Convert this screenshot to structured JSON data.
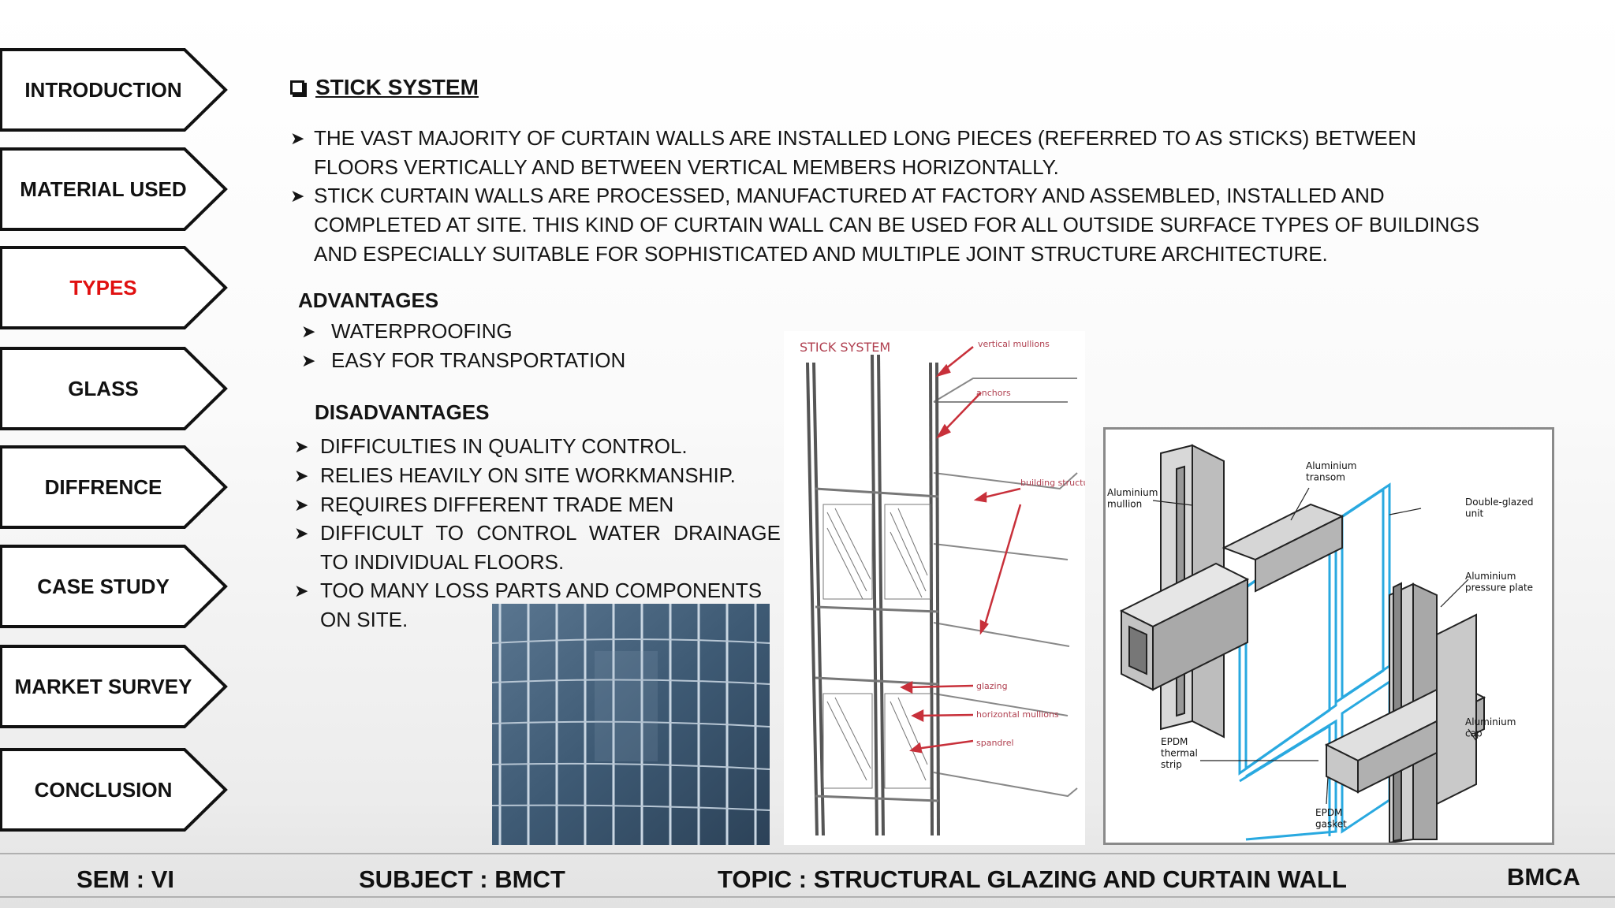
{
  "nav": {
    "items": [
      {
        "label": "INTRODUCTION",
        "active": false
      },
      {
        "label": "MATERIAL USED",
        "active": false
      },
      {
        "label": "TYPES",
        "active": true
      },
      {
        "label": "GLASS",
        "active": false
      },
      {
        "label": "DIFFRENCE",
        "active": false
      },
      {
        "label": "CASE STUDY",
        "active": false
      },
      {
        "label": "MARKET SURVEY",
        "active": false
      },
      {
        "label": "CONCLUSION",
        "active": false
      }
    ]
  },
  "content": {
    "title": "STICK SYSTEM",
    "paragraphs": [
      "THE VAST MAJORITY OF CURTAIN WALLS ARE INSTALLED LONG PIECES  (REFERRED TO AS STICKS) BETWEEN FLOORS VERTICALLY AND  BETWEEN VERTICAL MEMBERS HORIZONTALLY.",
      "STICK CURTAIN WALLS ARE PROCESSED, MANUFACTURED AT FACTORY  AND ASSEMBLED, INSTALLED AND COMPLETED AT SITE. THIS KIND  OF CURTAIN WALL CAN BE USED FOR ALL OUTSIDE SURFACE TYPES OF  BUILDINGS AND ESPECIALLY SUITABLE FOR SOPHISTICATED AND  MULTIPLE JOINT STRUCTURE ARCHITECTURE."
    ],
    "advantages": {
      "heading": "ADVANTAGES",
      "items": [
        "WATERPROOFING",
        "EASY FOR TRANSPORTATION"
      ]
    },
    "disadvantages": {
      "heading": "DISADVANTAGES",
      "items": [
        "DIFFICULTIES IN QUALITY CONTROL.",
        "RELIES HEAVILY ON SITE WORKMANSHIP.",
        "REQUIRES DIFFERENT TRADE MEN",
        "DIFFICULT  TO  CONTROL  WATER  DRAINAGE  TO INDIVIDUAL FLOORS.",
        "TOO MANY LOSS PARTS AND COMPONENTS ON SITE."
      ]
    }
  },
  "sketch": {
    "title": "STICK SYSTEM",
    "labels": [
      "vertical mullions",
      "anchors",
      "building structure",
      "glazing",
      "horizontal mullions",
      "spandrel"
    ]
  },
  "diagram": {
    "labels": {
      "mullion": "Aluminium\nmullion",
      "transom": "Aluminium\ntransom",
      "double_glazed": "Double-glazed\nunit",
      "pressure_plate": "Aluminium\npressure plate",
      "thermal_strip": "EPDM\nthermal\nstrip",
      "cap": "Aluminium\ncap",
      "gasket": "EPDM\ngasket"
    }
  },
  "footer": {
    "sem": "SEM : VI",
    "subject": "SUBJECT : BMCT",
    "topic": "TOPIC : STRUCTURAL GLAZING AND CURTAIN WALL",
    "brand": "BMCA"
  },
  "colors": {
    "active_nav": "#e01010",
    "glass_blue": "#29a9e0",
    "sketch_red": "#c8303a"
  }
}
